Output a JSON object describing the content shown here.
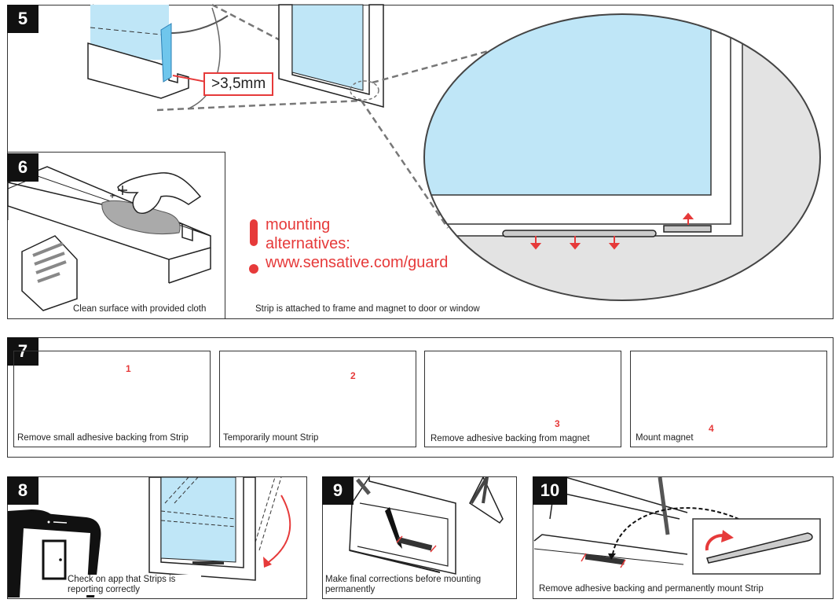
{
  "colors": {
    "accent": "#e63a3a",
    "glass": "#bfe6f7",
    "badge": "#111111",
    "shade": "#e3e3e3"
  },
  "step5": {
    "badge": "5",
    "measure": ">3,5mm",
    "caption": "Strip is attached to frame and magnet to door or window"
  },
  "step6": {
    "badge": "6",
    "caption": "Clean surface with provided cloth"
  },
  "mounting": {
    "line1": "mounting",
    "line2": "alternatives:",
    "line3": "www.sensative.com/guard"
  },
  "step7": {
    "badge": "7",
    "sub": [
      {
        "num": "1",
        "caption": "Remove small adhesive backing from Strip"
      },
      {
        "num": "2",
        "caption": "Temporarily mount Strip"
      },
      {
        "num": "3",
        "caption": "Remove adhesive backing from magnet"
      },
      {
        "num": "4",
        "caption": "Mount magnet"
      }
    ]
  },
  "step8": {
    "badge": "8",
    "caption": "Check on app that Strips is reporting correctly"
  },
  "step9": {
    "badge": "9",
    "caption": "Make final corrections before mounting permanently"
  },
  "step10": {
    "badge": "10",
    "caption": "Remove adhesive backing and permanently mount Strip"
  }
}
